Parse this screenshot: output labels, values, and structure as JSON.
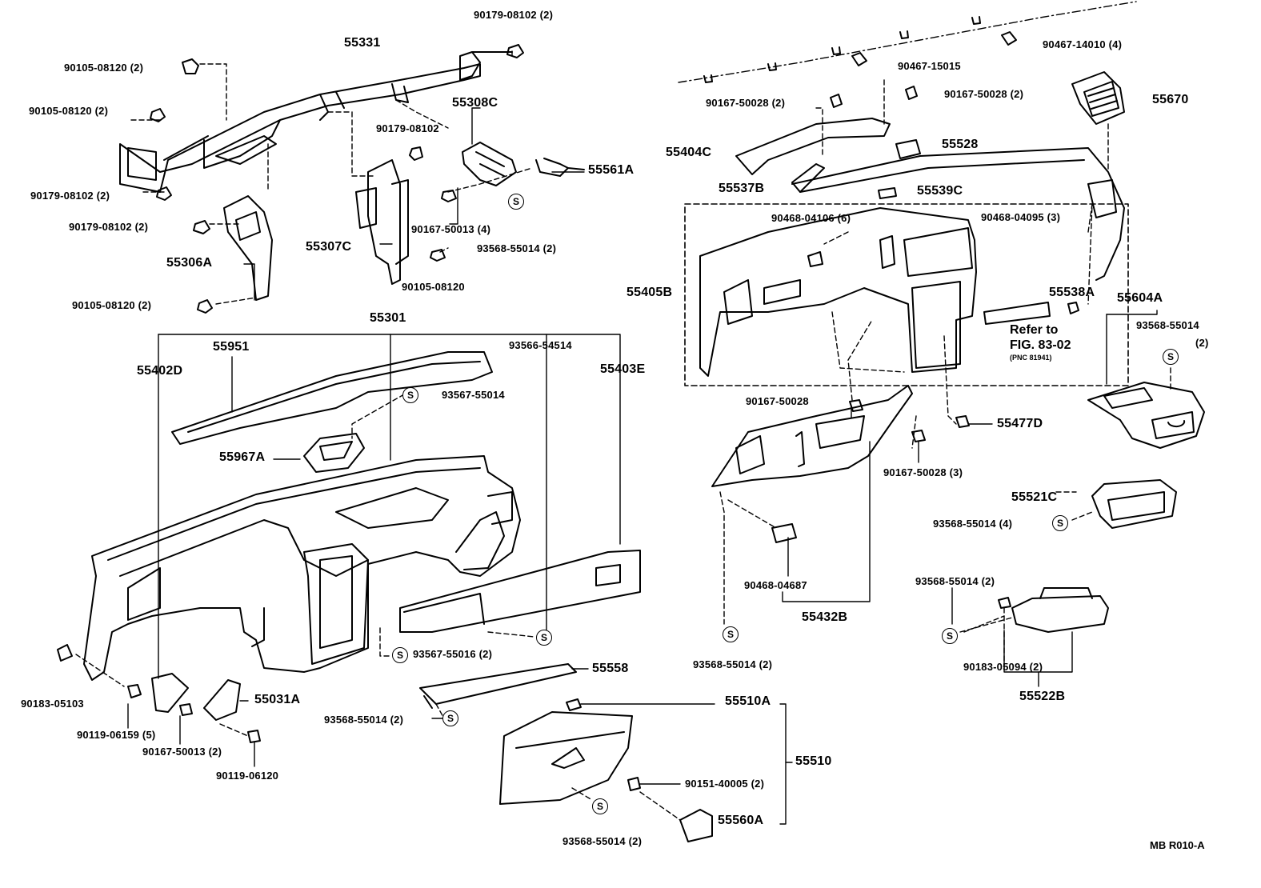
{
  "labels": {
    "l_90179_08102_2_top": "90179-08102 (2)",
    "l_55331": "55331",
    "l_90105_08120_2_a": "90105-08120 (2)",
    "l_90105_08120_2_b": "90105-08120 (2)",
    "l_55308C": "55308C",
    "l_90179_08102_mid": "90179-08102",
    "l_90179_08102_2_c": "90179-08102 (2)",
    "l_55561A": "55561A",
    "l_90179_08102_2_d": "90179-08102 (2)",
    "l_90167_50013_4": "90167-50013 (4)",
    "l_55306A": "55306A",
    "l_55307C": "55307C",
    "l_93568_55014_2_a": "93568-55014 (2)",
    "l_90105_08120_single": "90105-08120",
    "l_90105_08120_2_e": "90105-08120 (2)",
    "l_55301": "55301",
    "l_55951": "55951",
    "l_93566_54514": "93566-54514",
    "l_55402D": "55402D",
    "l_55403E": "55403E",
    "l_93567_55014": "93567-55014",
    "l_55967A": "55967A",
    "l_90183_05103": "90183-05103",
    "l_93567_55016_2": "93567-55016 (2)",
    "l_55558": "55558",
    "l_55031A": "55031A",
    "l_90119_06159_5": "90119-06159 (5)",
    "l_93568_55014_2_b": "93568-55014 (2)",
    "l_90167_50013_2": "90167-50013 (2)",
    "l_90119_06120": "90119-06120",
    "l_55510A": "55510A",
    "l_55510": "55510",
    "l_90151_40005_2": "90151-40005 (2)",
    "l_55560A": "55560A",
    "l_93568_55014_2_c": "93568-55014 (2)",
    "l_90467_14010_4": "90467-14010 (4)",
    "l_90467_15015": "90467-15015",
    "l_90167_50028_2_a": "90167-50028 (2)",
    "l_90167_50028_2_b": "90167-50028 (2)",
    "l_55670": "55670",
    "l_55404C": "55404C",
    "l_55528": "55528",
    "l_55537B": "55537B",
    "l_55539C": "55539C",
    "l_90468_04106_6": "90468-04106 (6)",
    "l_90468_04095_3": "90468-04095 (3)",
    "l_55405B": "55405B",
    "l_55538A": "55538A",
    "l_55604A": "55604A",
    "l_93568_55014_r": "93568-55014",
    "l_93568_55014_r2": "(2)",
    "l_90167_50028": "90167-50028",
    "l_55477D": "55477D",
    "l_90167_50028_3": "90167-50028 (3)",
    "l_55521C": "55521C",
    "l_93568_55014_4": "93568-55014 (4)",
    "l_90468_04687": "90468-04687",
    "l_55432B": "55432B",
    "l_93568_55014_2_d": "93568-55014 (2)",
    "l_93568_55014_2_e": "93568-55014 (2)",
    "l_90183_05094_2": "90183-05094 (2)",
    "l_55522B": "55522B"
  },
  "reference": {
    "line1": "Refer to",
    "line2": "FIG. 83-02",
    "line3": "(PNC 81941)"
  },
  "s_symbol": "S",
  "figure_code": "MB  R010-A"
}
